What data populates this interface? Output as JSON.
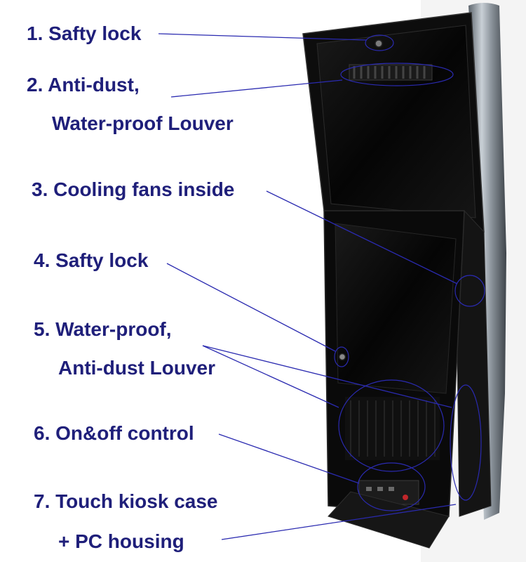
{
  "labels": [
    "1. Safty lock",
    "2. Anti-dust,",
    "Water-proof Louver",
    "3. Cooling fans inside",
    "4. Safty lock",
    "5. Water-proof,",
    "Anti-dust Louver",
    "6. On&off control",
    "7. Touch kiosk case",
    "+ PC housing"
  ],
  "colors": {
    "label_text": "#1f1f7a",
    "leader_line": "#2a2ab0",
    "kiosk_body": "#0b0b0b",
    "chrome_edge": "#9aa3ad",
    "background": "#ffffff"
  }
}
